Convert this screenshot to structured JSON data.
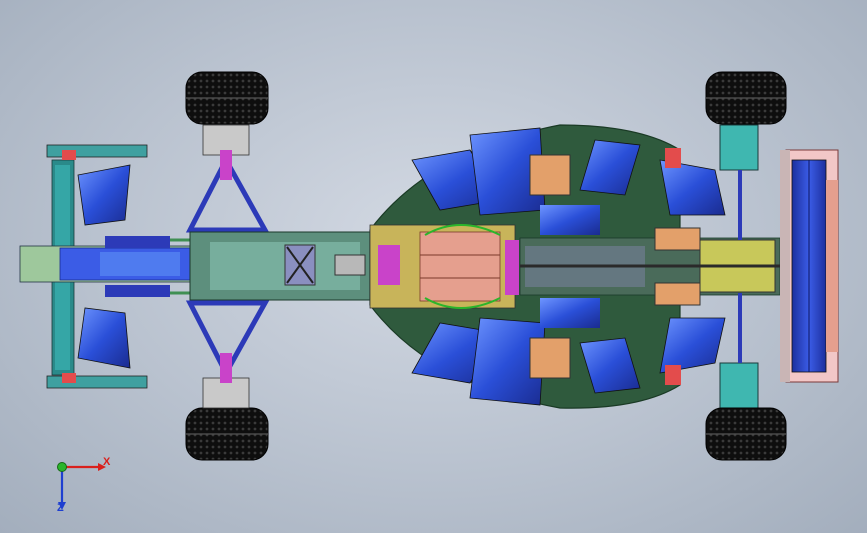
{
  "viewport": {
    "background_top": "#d3d9e3",
    "background_bottom": "#a3aebd"
  },
  "model": {
    "description_icon": "f1-car-assembly-top-view",
    "colors": {
      "tire": "#141414",
      "body_blue": "#2343c8",
      "body_blue_light": "#4f7bef",
      "chassis_green": "#3f8f53",
      "panel_salmon": "#e59f8e",
      "panel_orange": "#e3a06a",
      "part_magenta": "#c943c9",
      "part_cyan": "#3fb7b0",
      "wing_light": "#f2c7c7"
    }
  },
  "triad": {
    "x_label": "X",
    "z_label": "Z",
    "x_color": "#d9201c",
    "y_color": "#2bb52b",
    "z_color": "#1e3fd0"
  }
}
